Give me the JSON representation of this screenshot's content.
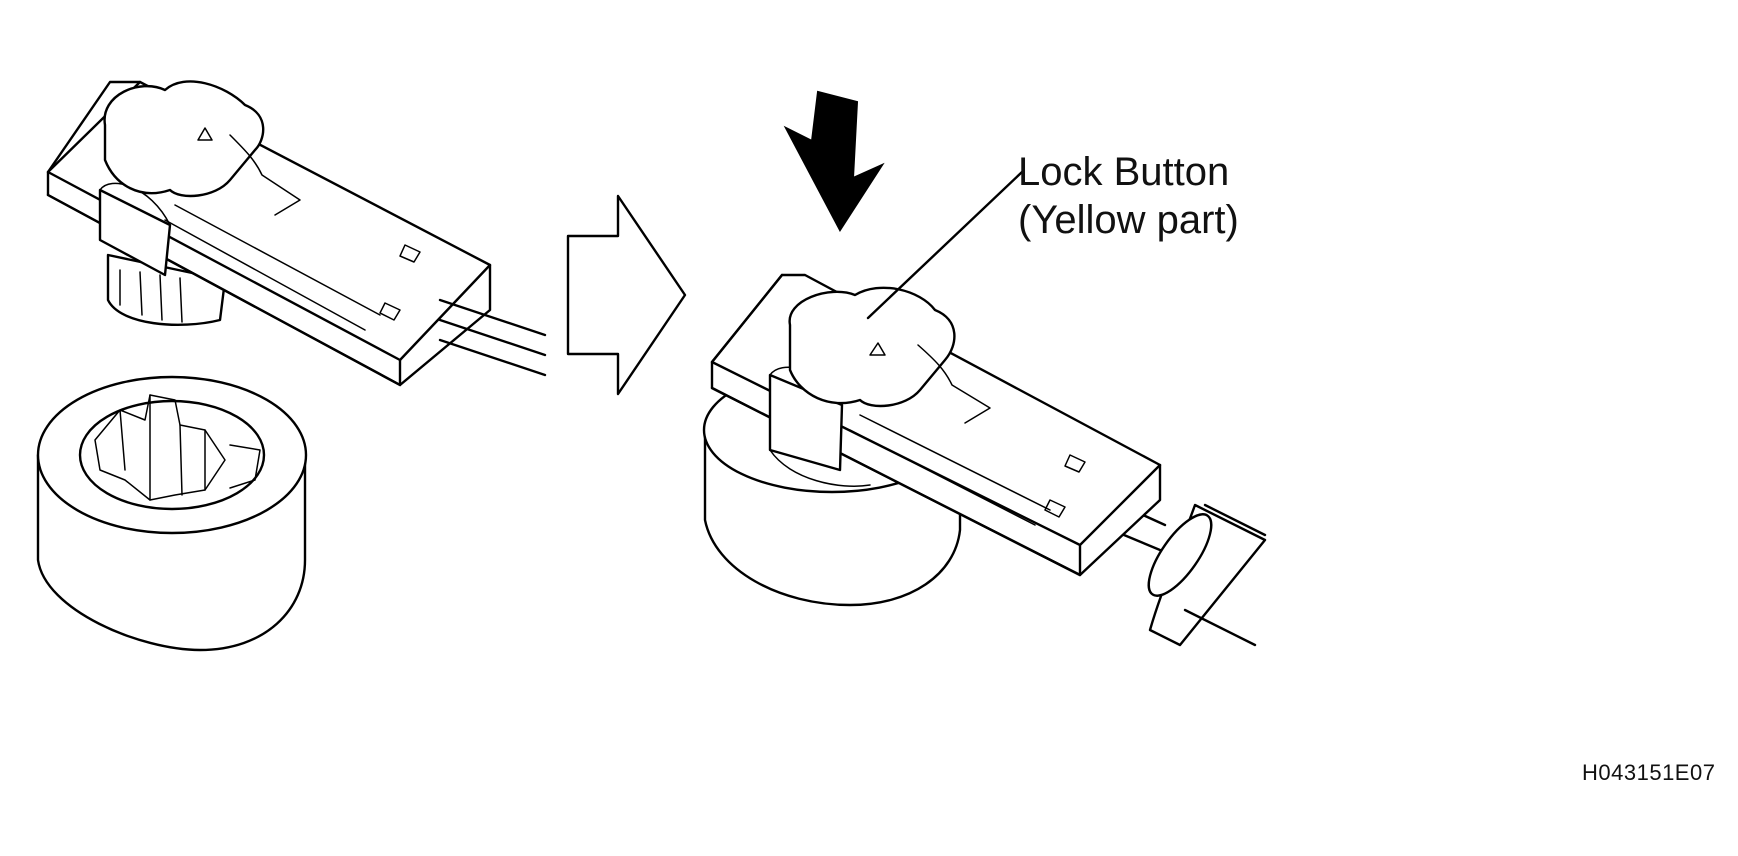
{
  "callout": {
    "line1": "Lock Button",
    "line2": "(Yellow part)"
  },
  "figure_code": "H043151E07",
  "colors": {
    "ink": "#000000",
    "background": "#ffffff"
  }
}
